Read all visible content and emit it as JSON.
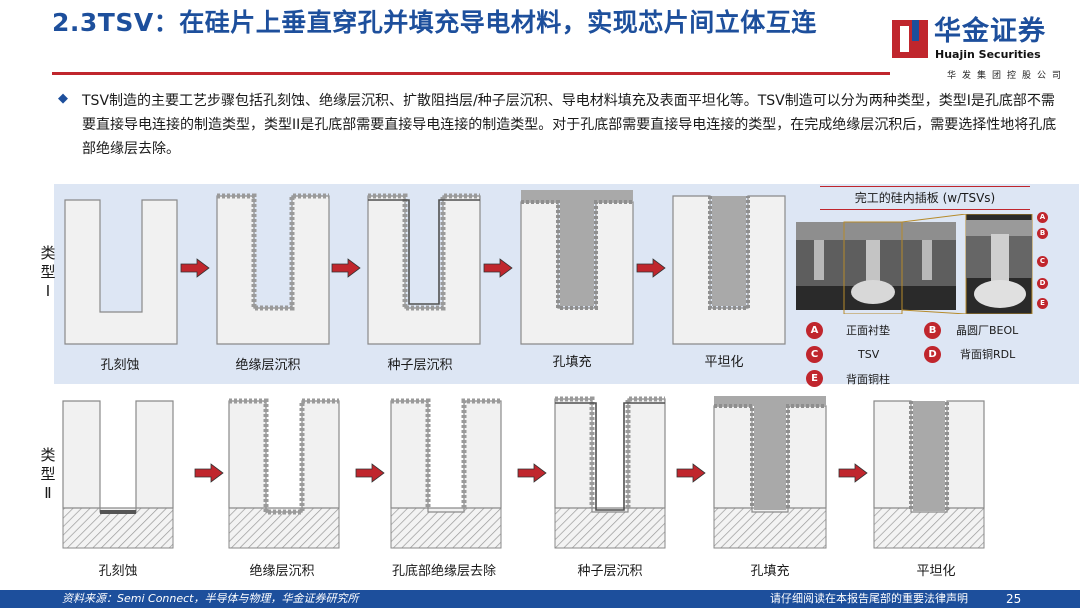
{
  "header": {
    "title": "2.3TSV：在硅片上垂直穿孔并填充导电材料，实现芯片间立体互连",
    "logo_cn": "华金证券",
    "logo_en": "Huajin Securities",
    "logo_sub": "华发集团控股公司"
  },
  "bullet": {
    "icon": "diamond-bullet-icon",
    "text": "TSV制造的主要工艺步骤包括孔刻蚀、绝缘层沉积、扩散阻挡层/种子层沉积、导电材料填充及表面平坦化等。TSV制造可以分为两种类型，类型I是孔底部不需要直接导电连接的制造类型，类型II是孔底部需要直接导电连接的制造类型。对于孔底部需要直接导电连接的类型，在完成绝缘层沉积后，需要选择性地将孔底部绝缘层去除。"
  },
  "type1": {
    "label": "类型Ⅰ",
    "steps": [
      "孔刻蚀",
      "绝缘层沉积",
      "种子层沉积",
      "孔填充",
      "平坦化"
    ]
  },
  "type2": {
    "label": "类型Ⅱ",
    "steps": [
      "孔刻蚀",
      "绝缘层沉积",
      "孔底部绝缘层去除",
      "种子层沉积",
      "孔填充",
      "平坦化"
    ]
  },
  "photo": {
    "title": "完工的硅内插板 (w/TSVs)",
    "tags": [
      "A",
      "B",
      "C",
      "D",
      "E"
    ],
    "legend": [
      {
        "letter": "A",
        "text": "正面衬垫"
      },
      {
        "letter": "B",
        "text": "晶圆厂BEOL"
      },
      {
        "letter": "C",
        "text": "TSV"
      },
      {
        "letter": "D",
        "text": "背面铜RDL"
      },
      {
        "letter": "E",
        "text": "背面铜柱"
      }
    ]
  },
  "footer": {
    "source": "资料来源：Semi Connect，半导体与物理，华金证券研究所",
    "note": "请仔细阅读在本报告尾部的重要法律声明",
    "page": "25"
  },
  "colors": {
    "brand_blue": "#1d4f9c",
    "brand_red": "#c0262d",
    "band": "#dde6f4"
  }
}
